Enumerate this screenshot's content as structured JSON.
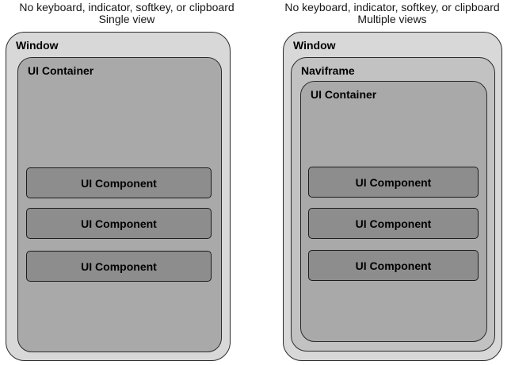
{
  "diagram": {
    "panels": [
      {
        "caption_line1": "No keyboard, indicator, softkey, or clipboard",
        "caption_line2": "Single view",
        "window_label": "Window",
        "container_label": "UI Container",
        "components": [
          "UI Component",
          "UI Component",
          "UI Component"
        ]
      },
      {
        "caption_line1": "No keyboard, indicator, softkey, or clipboard",
        "caption_line2": "Multiple views",
        "window_label": "Window",
        "naviframe_label": "Naviframe",
        "container_label": "UI Container",
        "components": [
          "UI Component",
          "UI Component",
          "UI Component"
        ]
      }
    ],
    "colors": {
      "window_fill": "#d8d8d8",
      "naviframe_fill": "#c2c2c2",
      "container_fill": "#a9a9a9",
      "component_fill": "#8d8d8d",
      "border": "#2b2b2b",
      "text": "#000000"
    }
  }
}
